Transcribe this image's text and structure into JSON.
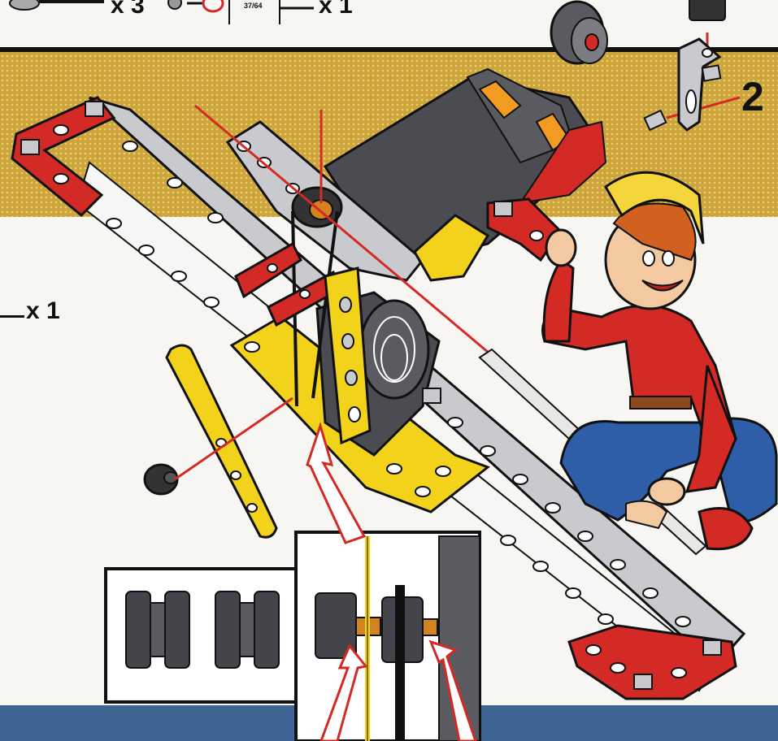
{
  "header": {
    "qty_a": "x 3",
    "qty_b": "x 1",
    "fraction": "37/64",
    "inch_mark": "\""
  },
  "side": {
    "qty": "x 1"
  },
  "step": {
    "number": "2"
  },
  "colors": {
    "red": "#d42a25",
    "yellow": "#f2d21b",
    "steel": "#c9cacd",
    "dark_gray": "#4b4c51",
    "mustard_band": "#c9a431",
    "blue_band": "#3e6593"
  },
  "icons": [
    "nut-icon",
    "screw-icon",
    "wheel-icon",
    "pulley-icon",
    "callout-arrow-icon"
  ]
}
